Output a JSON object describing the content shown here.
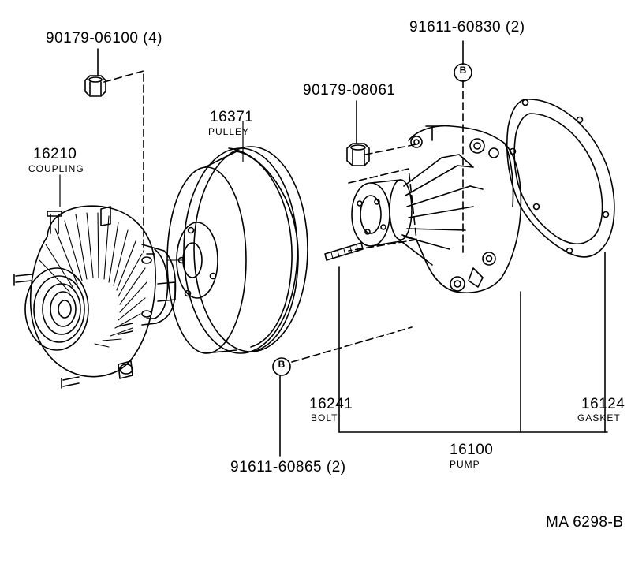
{
  "diagram": {
    "code": "MA 6298-B",
    "colors": {
      "ink": "#000000",
      "paper": "#ffffff"
    },
    "callouts": {
      "b_mark": "B",
      "nut_4": {
        "part": "90179-06100 (4)"
      },
      "bolt_2_top": {
        "part": "91611-60830 (2)"
      },
      "nut_single": {
        "part": "90179-08061"
      },
      "pulley": {
        "part": "16371",
        "name": "PULLEY"
      },
      "coupling": {
        "part": "16210",
        "name": "COUPLING"
      },
      "bolt": {
        "part": "16241",
        "name": "BOLT"
      },
      "gasket": {
        "part": "16124",
        "name": "GASKET"
      },
      "pump": {
        "part": "16100",
        "name": "PUMP"
      },
      "bolt_2_bottom": {
        "part": "91611-60865 (2)"
      }
    }
  }
}
